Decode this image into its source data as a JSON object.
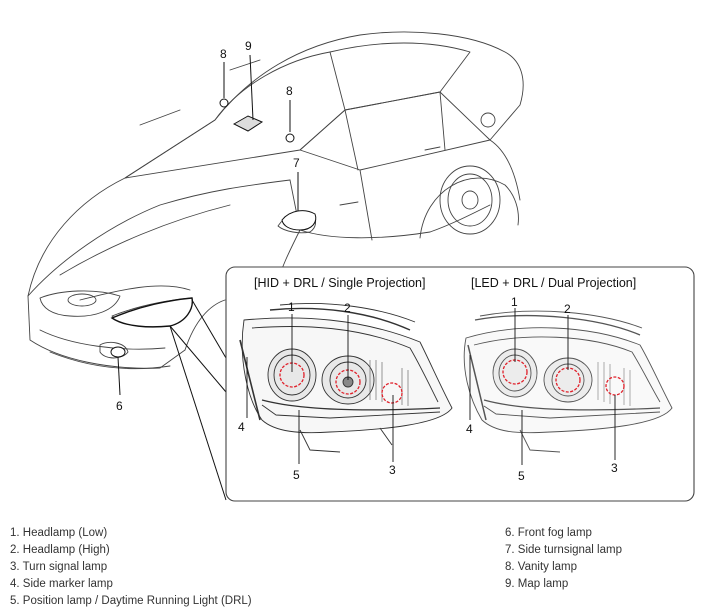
{
  "callouts": {
    "c8a": "8",
    "c9": "9",
    "c8b": "8",
    "c7": "7",
    "c6": "6",
    "hid_1": "1",
    "hid_2": "2",
    "hid_3": "3",
    "hid_4": "4",
    "hid_5": "5",
    "led_1": "1",
    "led_2": "2",
    "led_3": "3",
    "led_4": "4",
    "led_5": "5"
  },
  "panels": {
    "hid_title": "[HID + DRL / Single Projection]",
    "led_title": "[LED + DRL / Dual Projection]"
  },
  "legend": {
    "left": [
      "1. Headlamp (Low)",
      "2. Headlamp (High)",
      "3. Turn signal lamp",
      "4. Side marker lamp",
      "5. Position lamp / Daytime Running Light (DRL)"
    ],
    "right": [
      "6. Front fog lamp",
      "7. Side turnsignal lamp",
      "8. Vanity lamp",
      "9. Map lamp"
    ]
  },
  "colors": {
    "line": "#333333",
    "highlight_ring": "#e0202a",
    "panel_border": "#444444"
  }
}
